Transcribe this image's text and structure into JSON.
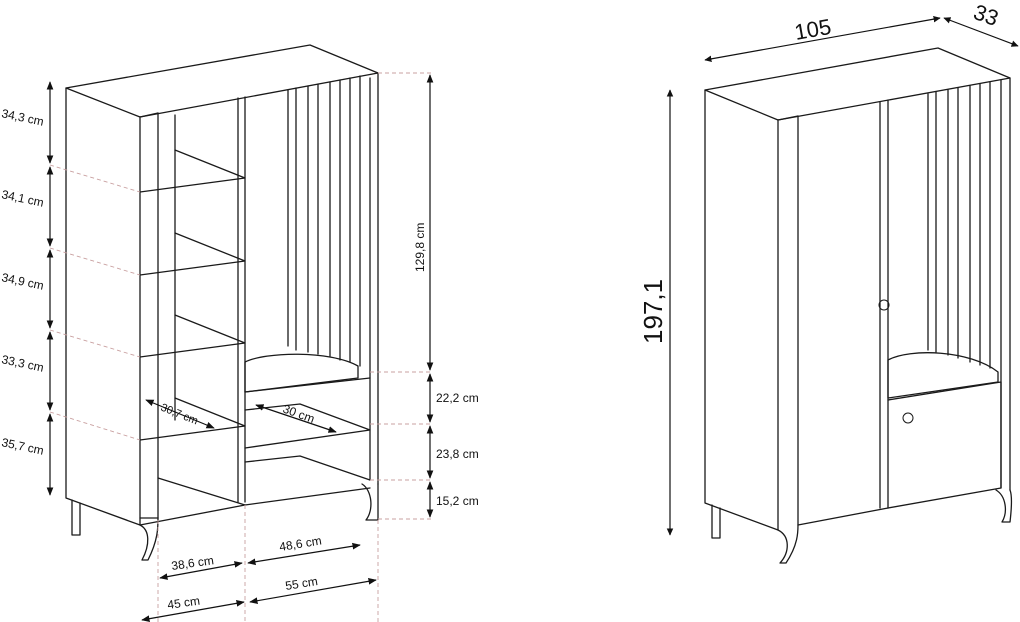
{
  "left_view": {
    "shelf_heights": [
      "34,3 cm",
      "34,1 cm",
      "34,9 cm",
      "33,3 cm",
      "35,7 cm"
    ],
    "right_heights": [
      "129,8 cm",
      "22,2 cm",
      "23,8 cm",
      "15,2 cm"
    ],
    "depths": [
      "30,7 cm",
      "30 cm"
    ],
    "inner_widths": [
      "38,6 cm",
      "48,6 cm"
    ],
    "outer_widths": [
      "45 cm",
      "55 cm"
    ]
  },
  "right_view": {
    "width": "105",
    "depth": "33",
    "height": "197,1"
  }
}
